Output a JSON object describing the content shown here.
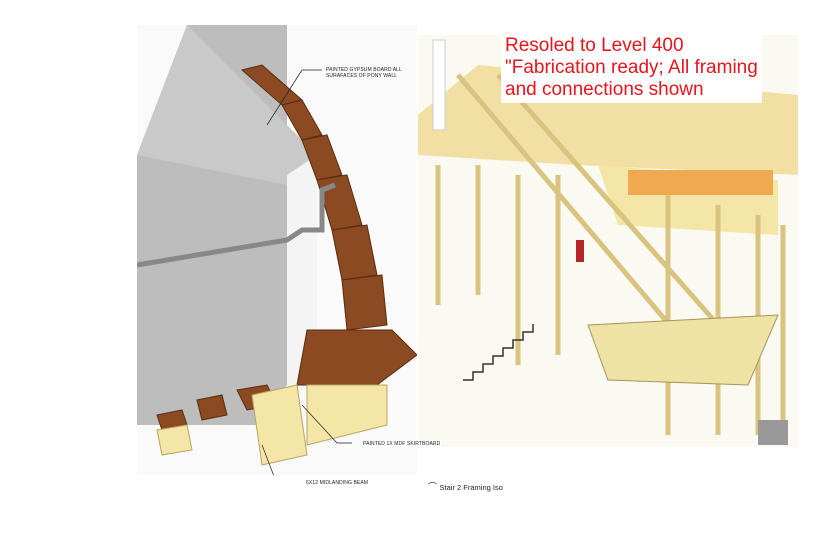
{
  "headline": {
    "line1": "Resoled to Level 400",
    "line2": "\"Fabrication ready; All framing",
    "line3": "and connections shown"
  },
  "left_drawing": {
    "notes": {
      "gypsum_line1": "PAINTED GYPSUM BOARD ALL",
      "gypsum_line2": "SURAFACES OF PONY WALL",
      "skirtboard": "PAINTED 1X MDF SKIRTBOARD",
      "beam": "6X12 MIDLANDING BEAM"
    }
  },
  "right_drawing": {
    "caption": "Stair 2 Framing Iso"
  },
  "colors": {
    "headline": "#e8141b",
    "wood": "#8b4a22",
    "framing": "#f3e6a6",
    "wall": "#b9b9b9"
  }
}
